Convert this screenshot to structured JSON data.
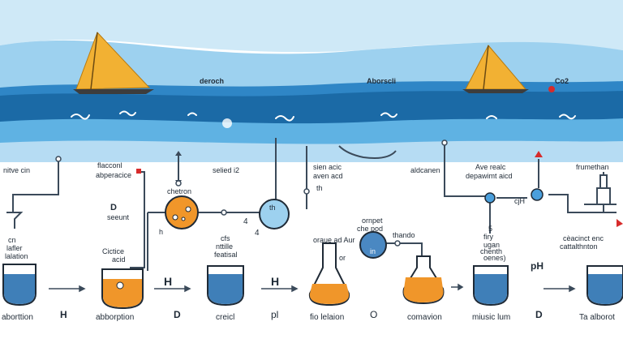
{
  "sea_labels": {
    "deroch": "deroch",
    "aborscli": "Aborscli",
    "co2": "Co2"
  },
  "top_labels": {
    "nitve_cin": "nitve cin",
    "flacconl": "flacconl",
    "abperacice": "abperacice",
    "selied": "selied i2",
    "acetic_1": "sien acic",
    "acetic_2": "aven acd",
    "th": "th",
    "aldcanen": "aldcanen",
    "ave_realc_1": "Ave realc",
    "ave_realc_2": "depawimt aicd",
    "frumethan": "frumethan"
  },
  "mid_labels": {
    "chetron": "chetron",
    "d": "D",
    "seeunt": "seeunt",
    "h_small": "h",
    "four_a": "4",
    "four_b": "4",
    "cn_1": "cn",
    "cn_2": "lafler",
    "cn_3": "lalation",
    "ornpet_1": "ornpet",
    "ornpet_2": "che pod",
    "orave": "oraue ad Aur",
    "thando": "thando",
    "th_circle": "th",
    "in_circle": "in",
    "fry_1": "firy",
    "fry_2": "ugan",
    "fry_3": "chenth",
    "fry_4": "oenes)",
    "cjh": "cjH",
    "ceacinct_1": "cèacinct enc",
    "ceacinct_2": "cattalthnton",
    "ph_mid": "pH",
    "cictice_1": "Cictice",
    "cictice_2": "acid",
    "cfs_1": "cfs",
    "cfs_2": "nttille",
    "cfs_3": "featisal",
    "or": "or",
    "five": "5"
  },
  "arrow_labels": {
    "h1": "H",
    "h2": "H"
  },
  "bottom_labels": {
    "abortion": "aborttion",
    "h_bottom": "H",
    "abborption": "abborption",
    "d1": "D",
    "creicl": "creicl",
    "pl": "pl",
    "fio": "fio lelaion",
    "o": "O",
    "comavion": "comavion",
    "music": "miusic lum",
    "d2": "D",
    "ta": "Ta alborot"
  },
  "colors": {
    "sky": "#bfe3f5",
    "sea_dark": "#1a6fa8",
    "sea_mid": "#3f9ed6",
    "sea_light": "#8fcaee",
    "sail": "#f2b133",
    "orange": "#f0962a",
    "blue_liquid": "#3f7fb8",
    "pipe": "#3b4a5a",
    "red": "#d72b2b"
  }
}
